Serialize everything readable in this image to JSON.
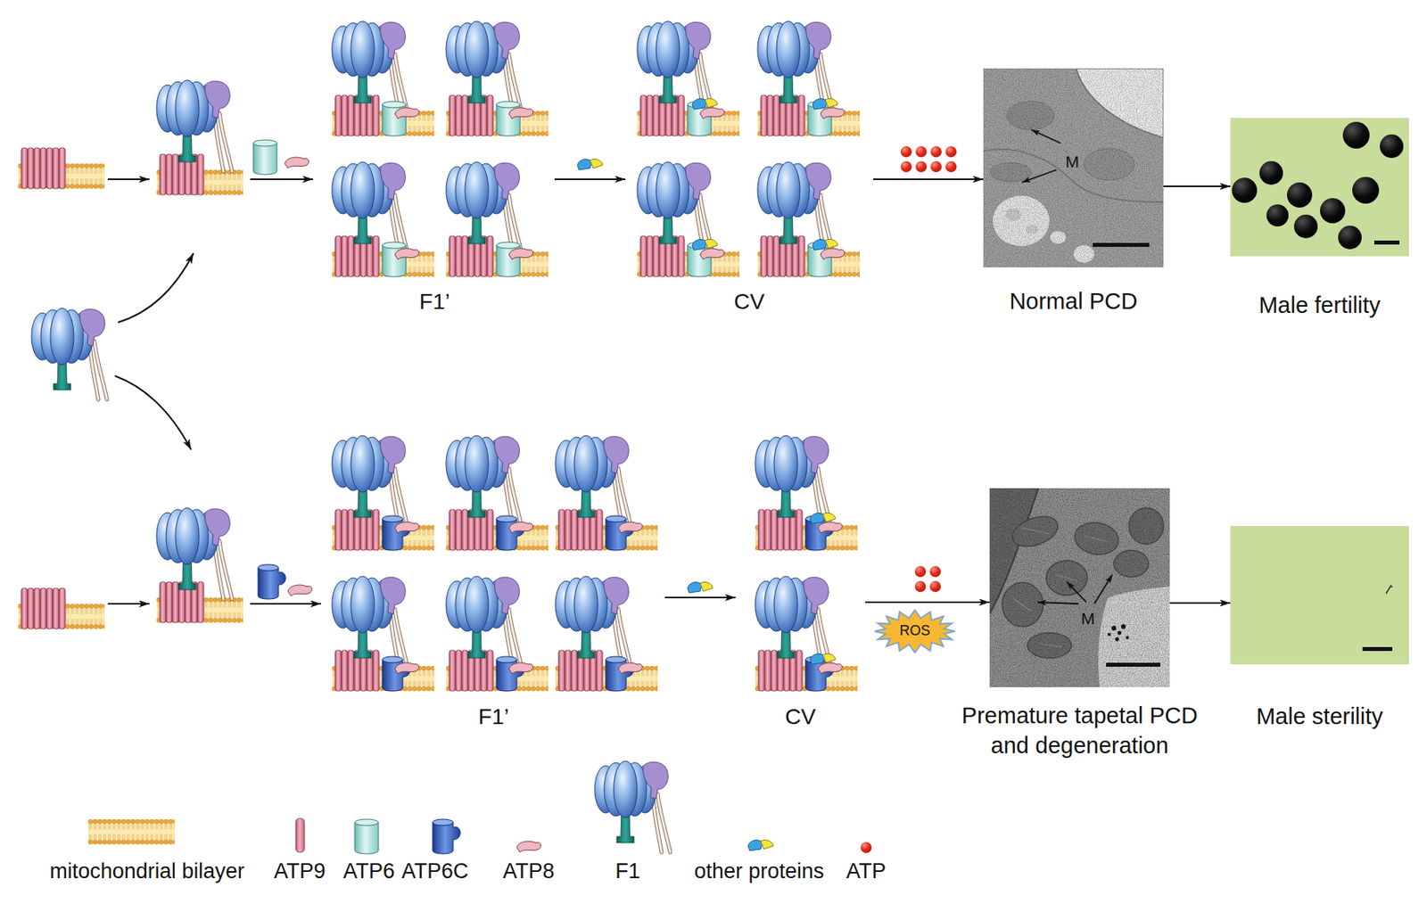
{
  "diagram": {
    "nodes": [
      {
        "text": [
          "F1’"
        ]
      },
      {
        "text": [
          "CV"
        ]
      },
      {
        "text": [
          "M",
          "Normal PCD"
        ]
      },
      {
        "text": [
          "Male fertility"
        ]
      },
      {
        "text": [
          "F1’"
        ]
      },
      {
        "text": [
          "CV"
        ]
      },
      {
        "text": [
          "ROS"
        ]
      },
      {
        "text": [
          "M",
          "Premature tapetal PCD and degeneration"
        ]
      },
      {
        "text": [
          "Male sterility"
        ]
      }
    ],
    "edges": [
      {
        "from": 0,
        "to": 1,
        "arrow": "to"
      },
      {
        "from": 1,
        "to": 2,
        "arrow": "to"
      },
      {
        "from": 2,
        "to": 3,
        "arrow": "to"
      },
      {
        "from": 4,
        "to": 5,
        "arrow": "to"
      },
      {
        "from": 5,
        "to": 7,
        "arrow": "to"
      },
      {
        "from": 7,
        "to": 8,
        "arrow": "to"
      }
    ],
    "legend": [
      {
        "text": "mitochondrial bilayer"
      },
      {
        "text": "ATP9"
      },
      {
        "text": "ATP6"
      },
      {
        "text": "ATP6C"
      },
      {
        "text": "ATP8"
      },
      {
        "text": "F1"
      },
      {
        "text": "other proteins"
      },
      {
        "text": "ATP"
      }
    ]
  }
}
